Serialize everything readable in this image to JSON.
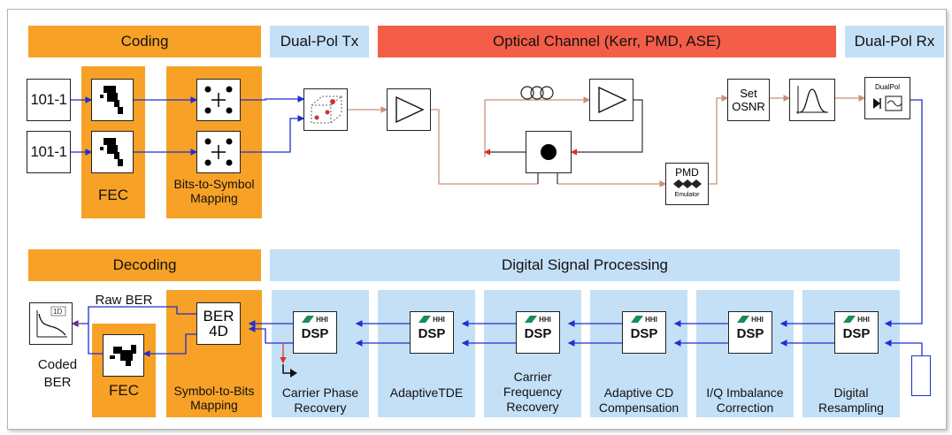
{
  "bands": {
    "coding": "Coding",
    "dualpol_tx": "Dual-Pol Tx",
    "optical_channel": "Optical Channel (Kerr, PMD, ASE)",
    "dualpol_rx": "Dual-Pol Rx",
    "decoding": "Decoding",
    "dsp": "Digital Signal Processing"
  },
  "tx": {
    "source_1": "101-1",
    "source_2": "101-1",
    "fec_label": "FEC",
    "mapping_label": "Bits-to-Symbol Mapping"
  },
  "channel": {
    "osnr_line1": "Set",
    "osnr_line2": "OSNR",
    "pmd_title": "PMD",
    "pmd_sub": "Emulator",
    "rx_tag": "DualPol"
  },
  "dsp_stages": [
    {
      "label": "Carrier Phase Recovery",
      "logo": "HHI",
      "block": "DSP"
    },
    {
      "label": "AdaptiveTDE",
      "logo": "HHI",
      "block": "DSP"
    },
    {
      "label": "Carrier Frequency Recovery",
      "logo": "HHI",
      "block": "DSP"
    },
    {
      "label": "Adaptive CD Compensation",
      "logo": "HHI",
      "block": "DSP"
    },
    {
      "label": "I/Q Imbalance Correction",
      "logo": "HHI",
      "block": "DSP"
    },
    {
      "label": "Digital Resampling",
      "logo": "HHI",
      "block": "DSP"
    }
  ],
  "decoding": {
    "ber4d_line1": "BER",
    "ber4d_line2": "4D",
    "raw_ber": "Raw BER",
    "coded_ber": "Coded BER",
    "fec_label": "FEC",
    "mapping_label": "Symbol-to-Bits Mapping",
    "meter_tag": "1D"
  },
  "colors": {
    "orange": "#f7a226",
    "light_blue": "#c4e0f7",
    "red_band": "#f45d48",
    "electrical_wire": "#1f2fd0",
    "optical_wire": "#c9917a",
    "dark_wire": "#333333"
  }
}
